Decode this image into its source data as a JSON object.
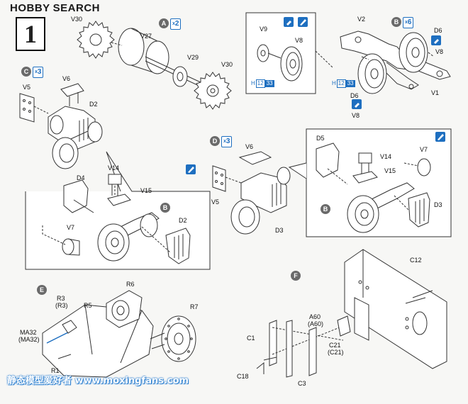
{
  "brand": {
    "part1": "HOBBY",
    "part2": "SEARCH"
  },
  "step": {
    "number": "1"
  },
  "sub_steps": {
    "A": {
      "letter": "A",
      "mult": "2"
    },
    "B": {
      "letter": "B",
      "mult": "6"
    },
    "C": {
      "letter": "C",
      "mult": "3"
    },
    "D": {
      "letter": "D",
      "mult": "3"
    },
    "E": {
      "letter": "E"
    },
    "F": {
      "letter": "F"
    }
  },
  "ref_B": "B",
  "parts": {
    "V30a": "V30",
    "V27": "V27",
    "V29": "V29",
    "V30b": "V30",
    "V9": "V9",
    "V8a": "V8",
    "V2": "V2",
    "D6a": "D6",
    "V8b": "V8",
    "D6b": "D6",
    "V8c": "V8",
    "V1": "V1",
    "V6a": "V6",
    "V5a": "V5",
    "D2a": "D2",
    "D4": "D4",
    "V14a": "V14",
    "V15a": "V15",
    "V7a": "V7",
    "D2b": "D2",
    "V6b": "V6",
    "V5b": "V5",
    "D3a": "D3",
    "D5": "D5",
    "V14b": "V14",
    "V15b": "V15",
    "V7b": "V7",
    "D3b": "D3",
    "R6": "R6",
    "R3": "R3",
    "R3p": "(R3)",
    "R5": "R5",
    "R7": "R7",
    "MA32": "MA32",
    "MA32p": "(MA32)",
    "R1": "R1",
    "C12": "C12",
    "A60": "A60",
    "A60p": "(A60)",
    "C1": "C1",
    "C21": "C21",
    "C21p": "(C21)",
    "C18": "C18",
    "C3": "C3"
  },
  "paint_codes": [
    {
      "prefix": "H",
      "code1": "12",
      "code2": "33"
    },
    {
      "prefix": "H",
      "code1": "12",
      "code2": "33"
    }
  ],
  "watermark": {
    "cn": "静态模型爱好者",
    "site": "www.moxingfans.com"
  },
  "colors": {
    "line": "#333333",
    "accent": "#1e6fc0",
    "badge": "#6a6a6a"
  }
}
